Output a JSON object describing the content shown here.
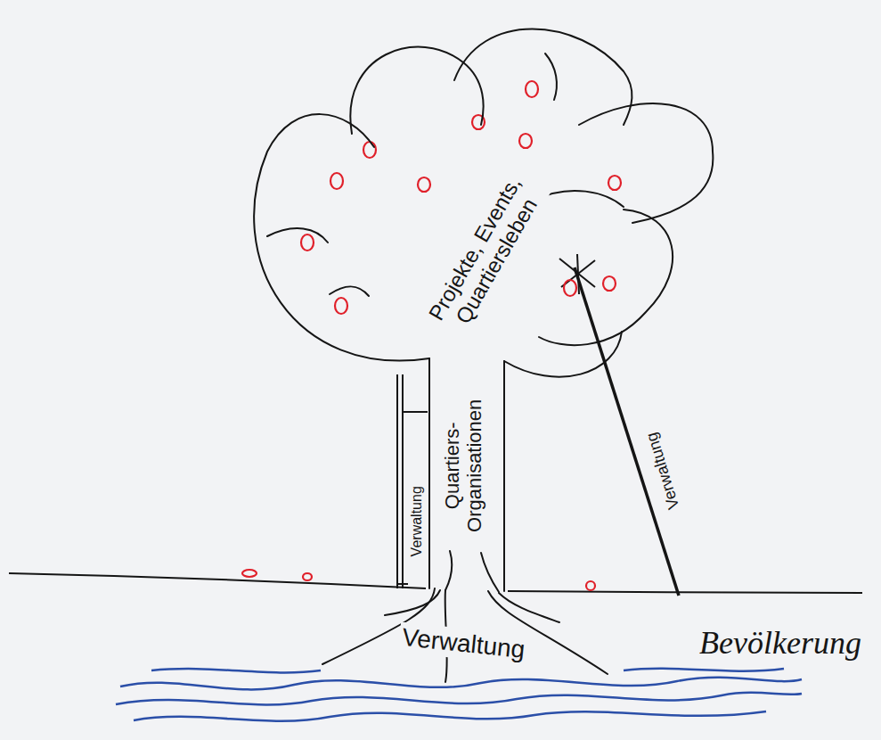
{
  "diagram": {
    "nodes": [
      {
        "text": [
          "Projekte, Events, Quartiersleben"
        ]
      },
      {
        "text": [
          "Quartiers- Organisationen"
        ]
      },
      {
        "text": [
          "Verwaltung"
        ]
      }
    ],
    "labels": [
      "Verwaltung",
      "Verwaltung",
      "Bevölkerung"
    ]
  }
}
